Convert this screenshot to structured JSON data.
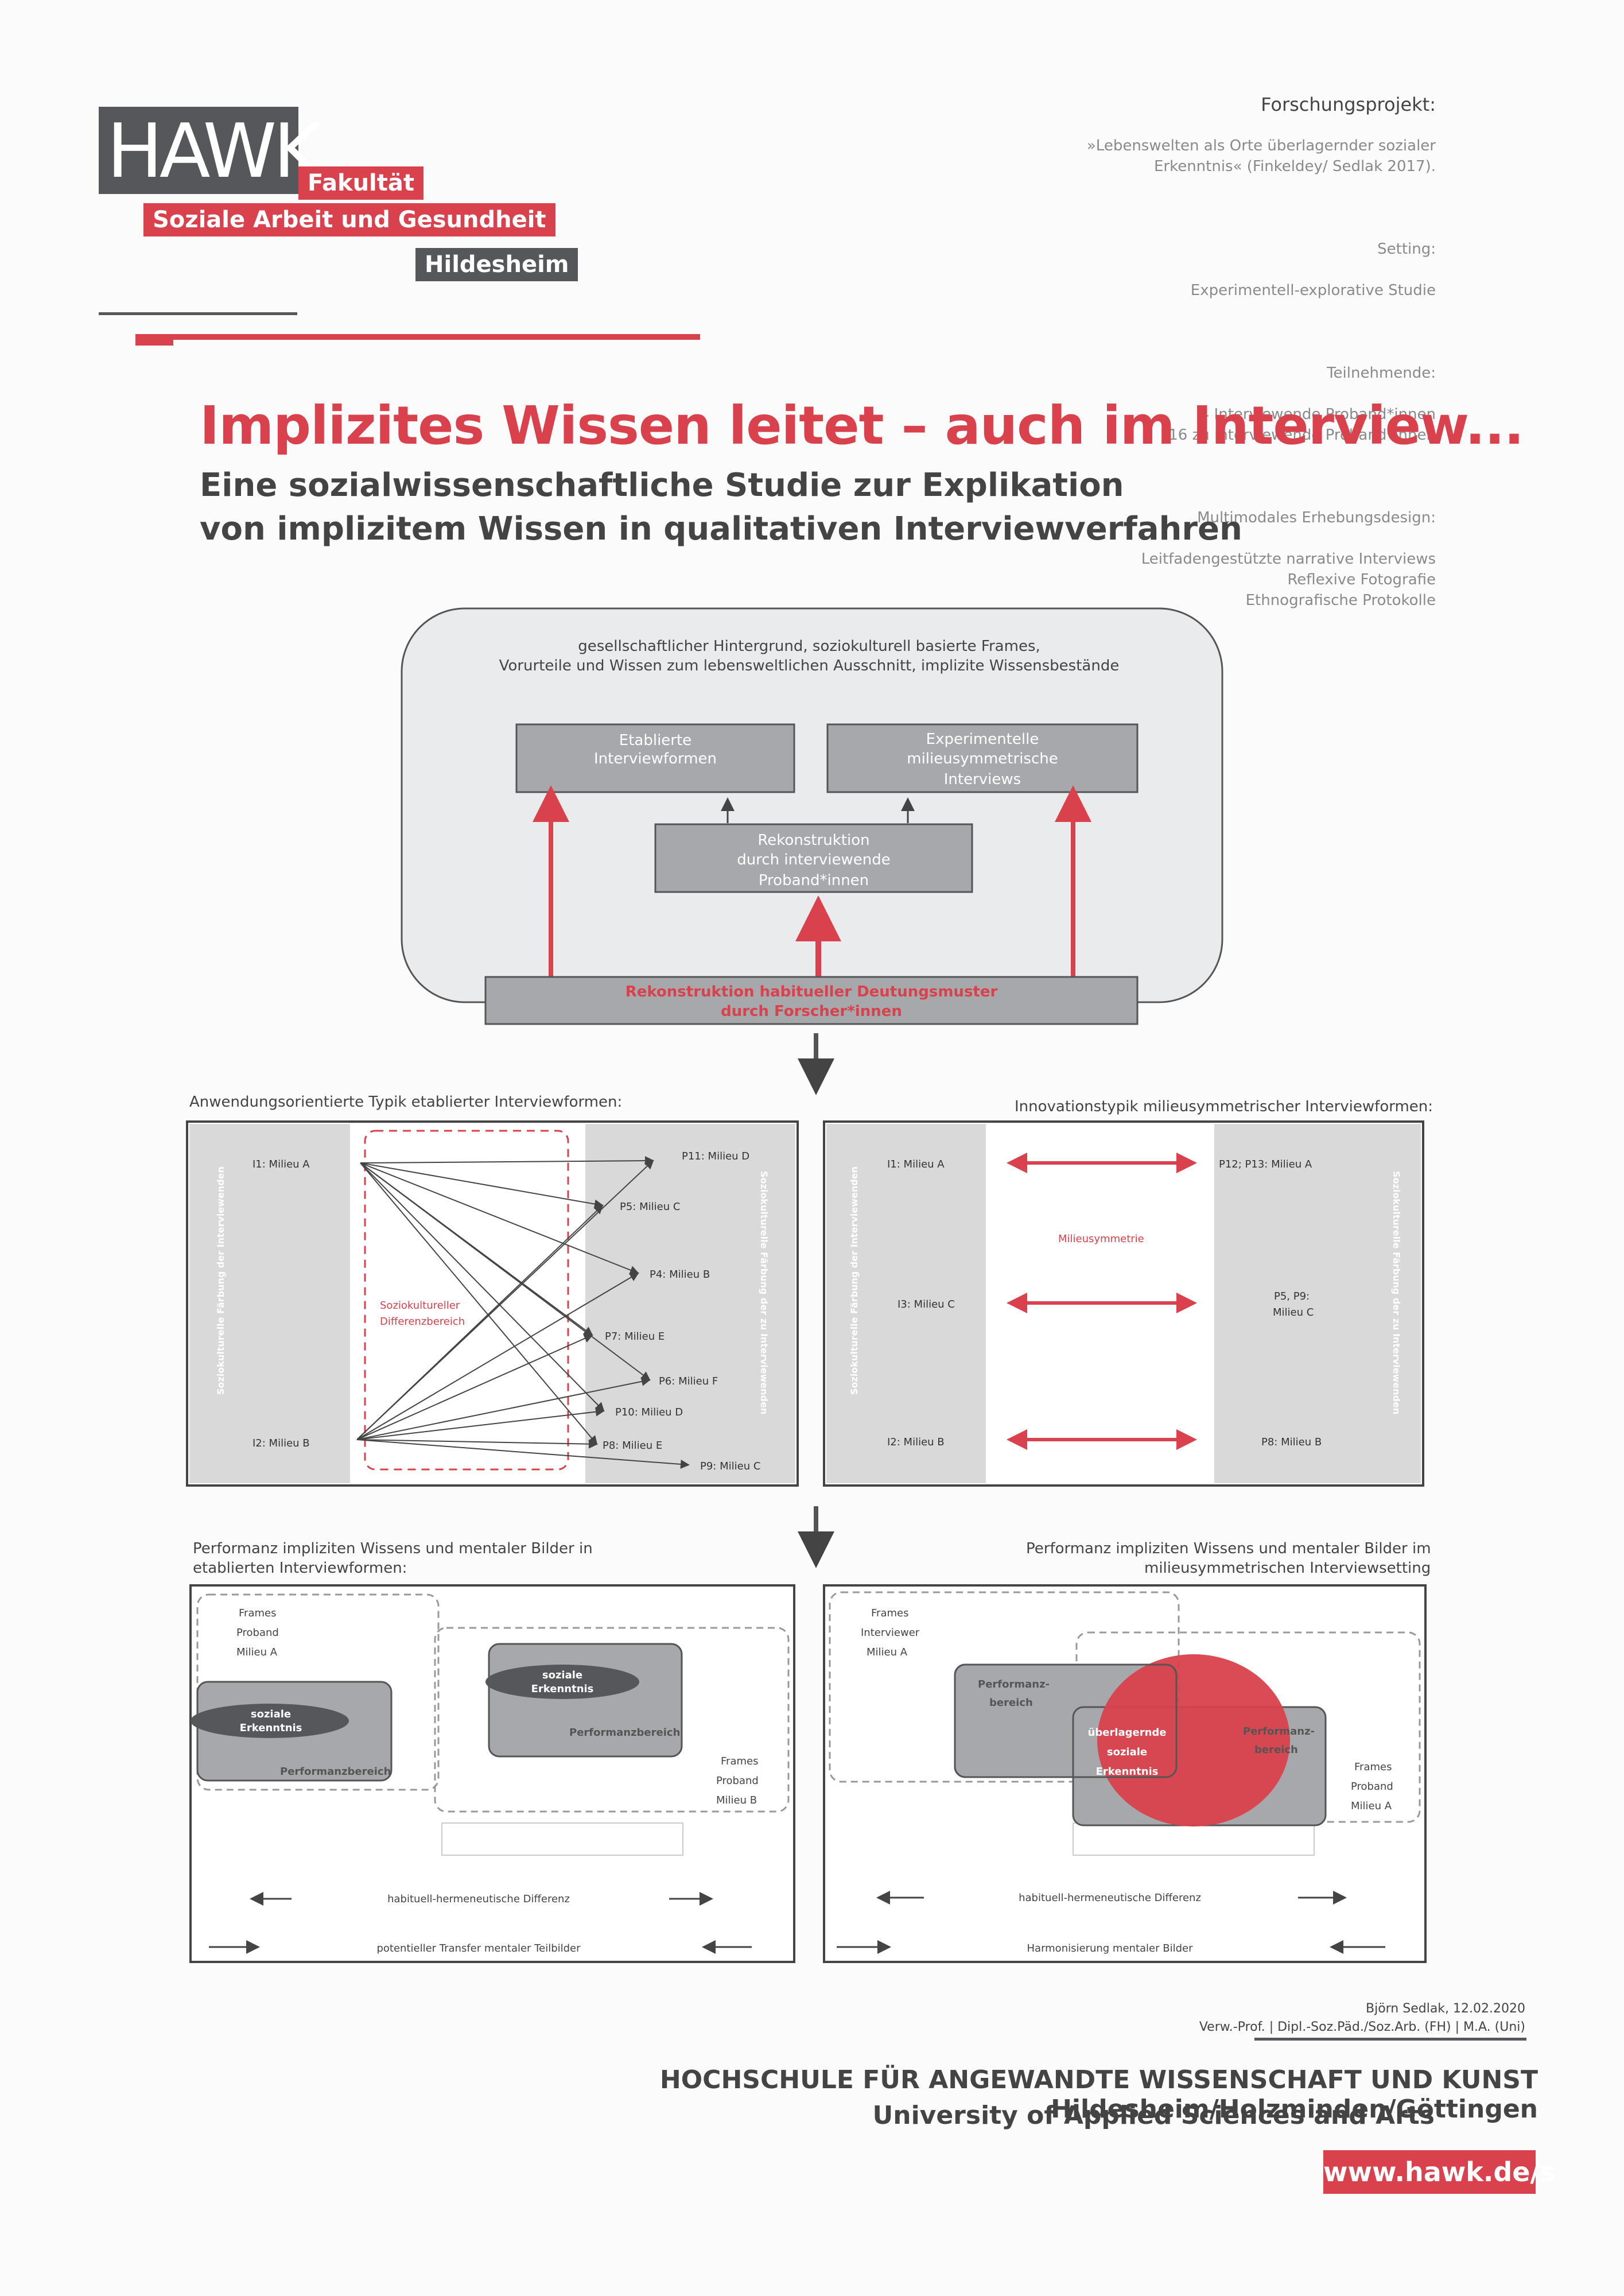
{
  "logo": {
    "wordmark": "HAWK",
    "faculty_line1": "Fakultät",
    "faculty_line2": "Soziale Arbeit und Gesundheit",
    "location": "Hildesheim"
  },
  "project_info": {
    "heading": "Forschungsprojekt:",
    "project_title": "»Lebenswelten als Orte überlagernder sozialer\nErkenntnis« (Finkeldey/ Sedlak 2017).",
    "setting_label": "Setting:",
    "setting_value": "Experimentell-explorative Studie",
    "participants_label": "Teilnehmende:",
    "participants_value": "4   Interviewende Proband*innen\n16 zu interviewende Proband*innen",
    "design_label": "Multimodales Erhebungsdesign:",
    "design_value": "Leitfadengestützte narrative Interviews\nReflexive Fotografie\nEthnografische Protokolle"
  },
  "title": "Implizites Wissen leitet – auch im Interview...",
  "subtitle": "Eine sozialwissenschaftliche Studie zur Explikation\nvon implizitem Wissen in qualitativen Interviewverfahren",
  "top_diagram": {
    "background_text_1": "gesellschaftlicher Hintergrund, soziokulturell basierte Frames,",
    "background_text_2": "Vorurteile und Wissen zum lebensweltlichen Ausschnitt, implizite Wissensbestände",
    "box_left_1": "Etablierte",
    "box_left_2": "Interviewformen",
    "box_right_1": "Experimentelle",
    "box_right_2": "milieusymmetrische",
    "box_right_3": "Interviews",
    "box_mid_1": "Rekonstruktion",
    "box_mid_2": "durch interviewende",
    "box_mid_3": "Proband*innen",
    "base_1": "Rekonstruktion habitueller Deutungsmuster",
    "base_2": "durch Forscher*innen"
  },
  "left_typik": {
    "caption": "Anwendungsorientierte Typik etablierter Interviewformen:",
    "side_left": "Soziokulturelle Färbung der Interviewenden",
    "side_right": "Soziokulturelle Färbung der zu Interviewenden",
    "zone_1": "Soziokultureller",
    "zone_2": "Differenzbereich",
    "interviewers": [
      "I1: Milieu A",
      "I2: Milieu B"
    ],
    "interviewees": [
      "P11: Milieu D",
      "P5: Milieu C",
      "P4: Milieu B",
      "P7: Milieu E",
      "P6: Milieu F",
      "P10: Milieu D",
      "P8: Milieu E",
      "P9: Milieu C"
    ]
  },
  "right_typik": {
    "caption": "Innovationstypik milieusymmetrischer Interviewformen:",
    "side_left": "Soziokulturelle Färbung der Interviewenden",
    "side_right": "Soziokulturelle Färbung der zu Interviewenden",
    "center_label": "Milieusymmetrie",
    "rows": [
      {
        "left": "I1: Milieu A",
        "right": "P12; P13: Milieu A"
      },
      {
        "left": "I3: Milieu C",
        "right_1": "P5, P9:",
        "right_2": "Milieu C"
      },
      {
        "left": "I2: Milieu B",
        "right": "P8: Milieu B"
      }
    ]
  },
  "left_performanz": {
    "caption": "Performanz impliziten Wissens und mentaler Bilder in\netablierten Interviewformen:",
    "frames_a_1": "Frames",
    "frames_a_2": "Proband",
    "frames_a_3": "Milieu A",
    "frames_b_1": "Frames",
    "frames_b_2": "Proband",
    "frames_b_3": "Milieu B",
    "soziale_1": "soziale",
    "soziale_2": "Erkenntnis",
    "performanz": "Performanzbereich",
    "diff": "habituell-hermeneutische Differenz",
    "transfer": "potentieller Transfer mentaler Teilbilder"
  },
  "right_performanz": {
    "caption": "Performanz impliziten Wissens und mentaler Bilder im\nmilieusymmetrischen Interviewsetting",
    "frames_i_1": "Frames",
    "frames_i_2": "Interviewer",
    "frames_i_3": "Milieu A",
    "frames_p_1": "Frames",
    "frames_p_2": "Proband",
    "frames_p_3": "Milieu A",
    "perf_1": "Performanz-",
    "perf_2": "bereich",
    "perf_r_1": "Performanz-",
    "perf_r_2": "bereich",
    "ueber_1": "überlagernde",
    "ueber_2": "soziale",
    "ueber_3": "Erkenntnis",
    "diff": "habituell-hermeneutische Differenz",
    "harmon": "Harmonisierung mentaler Bilder"
  },
  "author": {
    "line1": "Björn Sedlak, 12.02.2020",
    "line2": "Verw.-Prof. | Dipl.-Soz.Päd./Soz.Arb. (FH) | M.A. (Uni)"
  },
  "footer": {
    "university": "HOCHSCHULE FÜR ANGEWANDTE WISSENSCHAFT UND KUNST Hildesheim/Holzminden/Göttingen",
    "subtitle": "University of Applied Sciences and Arts",
    "url": "www.hawk.de/s"
  },
  "colors": {
    "accent": "#d9414c",
    "dark_grey": "#55575a",
    "panel_grey": "#a6a8ab"
  }
}
